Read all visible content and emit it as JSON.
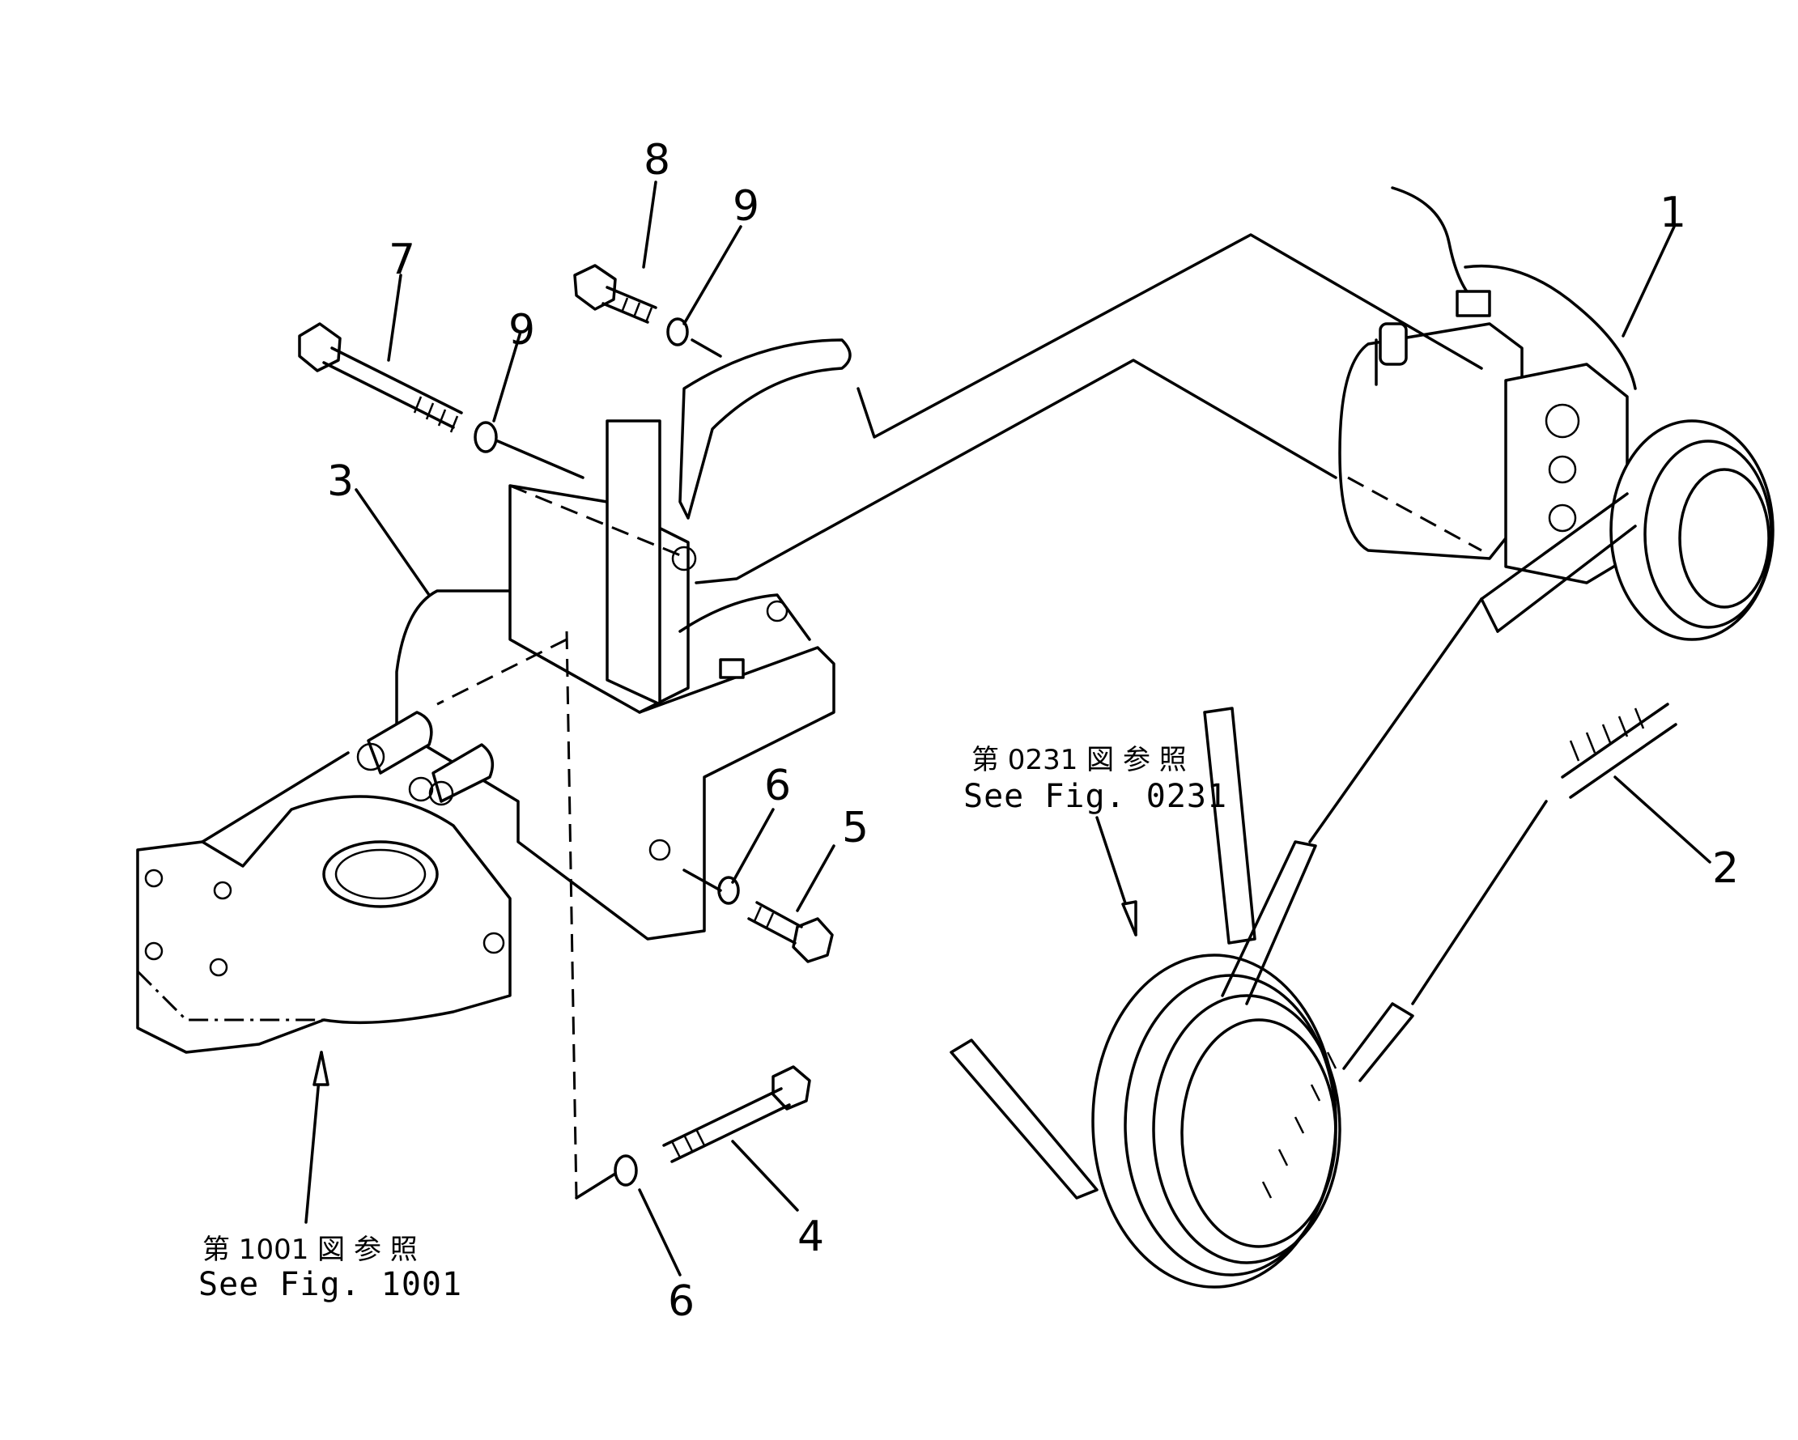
{
  "callouts": [
    {
      "id": "1",
      "label": "1"
    },
    {
      "id": "2",
      "label": "2"
    },
    {
      "id": "3",
      "label": "3"
    },
    {
      "id": "4",
      "label": "4"
    },
    {
      "id": "5",
      "label": "5"
    },
    {
      "id": "6a",
      "label": "6"
    },
    {
      "id": "6b",
      "label": "6"
    },
    {
      "id": "7",
      "label": "7"
    },
    {
      "id": "8",
      "label": "8"
    },
    {
      "id": "9a",
      "label": "9"
    },
    {
      "id": "9b",
      "label": "9"
    }
  ],
  "references": {
    "fig0231": {
      "jp": "第 0231 図 参 照",
      "en": "See Fig. 0231"
    },
    "fig1001": {
      "jp": "第 1001 図 参 照",
      "en": "See Fig. 1001"
    }
  }
}
